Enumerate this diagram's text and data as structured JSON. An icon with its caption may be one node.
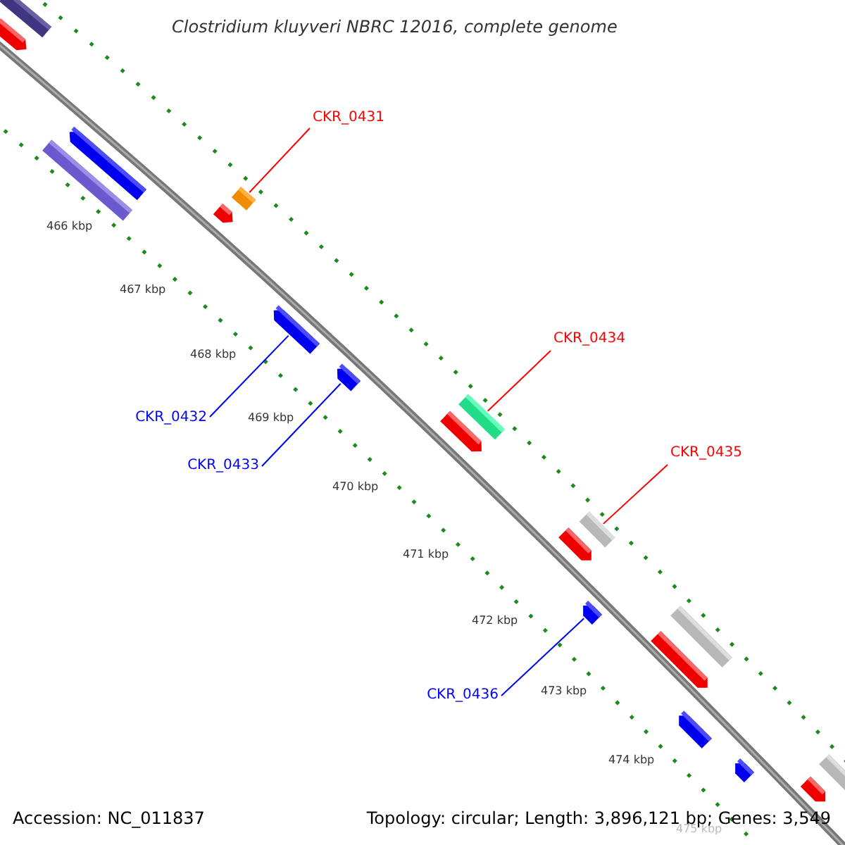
{
  "diagram": {
    "title": "Clostridium kluyveri NBRC 12016, complete genome",
    "nodes": [
      {
        "text": [
          "CKR_0431"
        ]
      },
      {
        "text": [],
        "shape": "bar"
      },
      {
        "text": [
          "CKR_0434"
        ]
      },
      {
        "text": [],
        "shape": "bar"
      },
      {
        "text": [
          "CKR_0432"
        ]
      },
      {
        "text": [],
        "shape": "pentagon"
      },
      {
        "text": [
          "CKR_0433"
        ]
      },
      {
        "text": [],
        "shape": "pentagon"
      },
      {
        "text": [
          "CKR_0435"
        ]
      },
      {
        "text": [],
        "shape": "bar"
      },
      {
        "text": [
          "CKR_0436"
        ]
      },
      {
        "text": [],
        "shape": "pentagon"
      },
      {
        "text": [],
        "shape": "bar"
      },
      {
        "text": [],
        "shape": "pentagon"
      },
      {
        "text": [],
        "shape": "pentagon"
      },
      {
        "text": [],
        "shape": "bar"
      },
      {
        "text": [],
        "shape": "pentagon"
      },
      {
        "text": [],
        "shape": "pentagon"
      },
      {
        "text": [],
        "shape": "pentagon"
      },
      {
        "text": [],
        "shape": "bar"
      },
      {
        "text": [],
        "shape": "pentagon"
      },
      {
        "text": [],
        "shape": "pentagon"
      },
      {
        "text": [],
        "shape": "pentagon"
      },
      {
        "text": [],
        "shape": "bar"
      },
      {
        "text": [],
        "shape": "pentagon"
      }
    ],
    "edges": [
      {
        "from": 0,
        "to": 1,
        "arrow": "none",
        "color": "#ff0000"
      },
      {
        "from": 2,
        "to": 3,
        "arrow": "none",
        "color": "#ff0000"
      },
      {
        "from": 4,
        "to": 5,
        "arrow": "none",
        "color": "#0000ff"
      },
      {
        "from": 6,
        "to": 7,
        "arrow": "none",
        "color": "#0000ff"
      },
      {
        "from": 8,
        "to": 9,
        "arrow": "none",
        "color": "#ff0000"
      },
      {
        "from": 10,
        "to": 11,
        "arrow": "none",
        "color": "#0000ff"
      }
    ],
    "labels": [
      "466 kbp",
      "467 kbp",
      "468 kbp",
      "469 kbp",
      "470 kbp",
      "471 kbp",
      "472 kbp",
      "473 kbp",
      "474 kbp",
      "475 kbp",
      "Accession: NC_011837",
      "Topology: circular; Length: 3,896,121 bp; Genes: 3,549"
    ]
  }
}
